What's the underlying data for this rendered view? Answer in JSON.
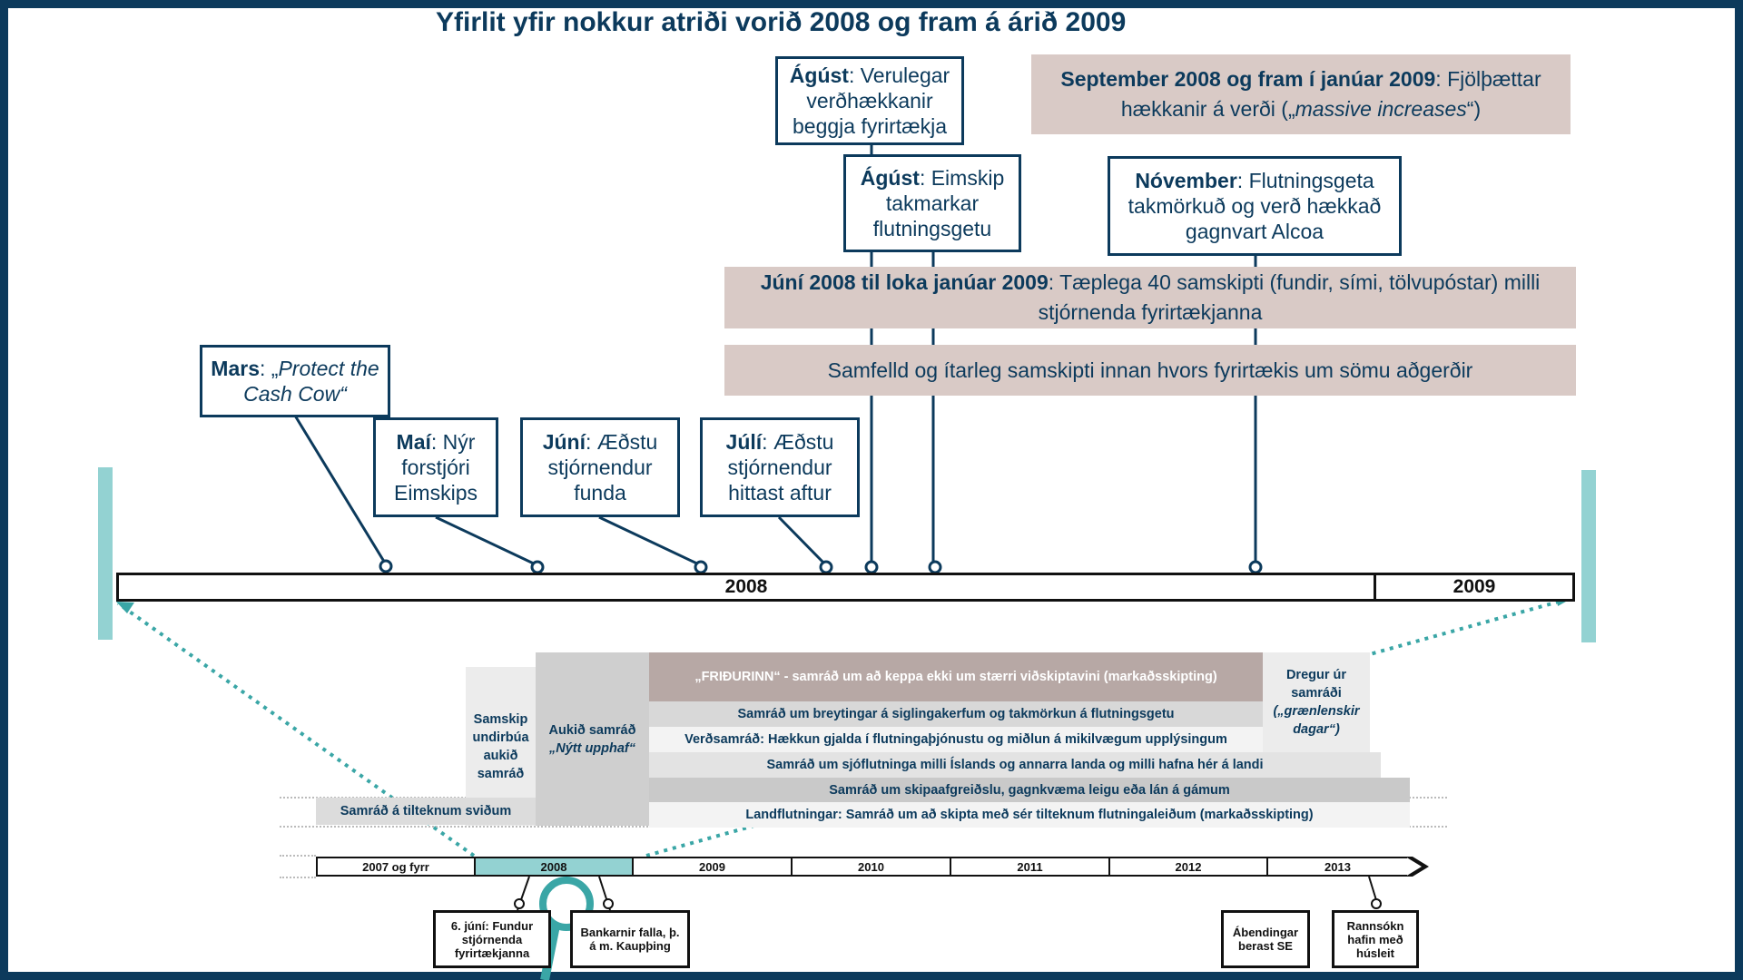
{
  "title": "Yfirlit yfir nokkur atriði vorið 2008 og fram á árið 2009",
  "events_top": [
    {
      "id": "mars",
      "bold": "Mars",
      "rest": ": „",
      "ital": "Protect the Cash Cow",
      "end": "“"
    },
    {
      "id": "mai",
      "bold": "Maí",
      "rest": ": Nýr forstjóri Eimskips"
    },
    {
      "id": "juni",
      "bold": "Júní",
      "rest": ": Æðstu stjórnendur funda"
    },
    {
      "id": "juli",
      "bold": "Júlí",
      "rest": ": Æðstu stjórnendur hittast aftur"
    },
    {
      "id": "agust1",
      "bold": "Ágúst",
      "rest": ": Verulegar verðhækkanir beggja fyrirtækja"
    },
    {
      "id": "agust2",
      "bold": "Ágúst",
      "rest": ": Eimskip takmarkar flutningsgetu"
    },
    {
      "id": "november",
      "bold": "Nóvember",
      "rest": ": Flutningsgeta takmörkuð og verð hækkað gagnvart Alcoa"
    }
  ],
  "bands": {
    "september": {
      "bold": "September 2008 og fram í janúar 2009",
      "rest": ": Fjölþættar hækkanir á verði („",
      "ital": "massive increases",
      "end": "“)"
    },
    "juni_jan": {
      "bold": "Júní 2008 til loka janúar 2009",
      "rest": ": Tæplega 40 samskipti (fundir, sími, tölvupóstar) milli stjórnenda fyrirtækjanna"
    },
    "samfelld": "Samfelld og ítarleg samskipti innan hvors fyrirtækis um sömu aðgerðir"
  },
  "main_bar": {
    "y2008": "2008",
    "y2009": "2009"
  },
  "lower": {
    "samskip_undirbua": "Samskip undirbúa aukið samráð",
    "aukid_samrad": "Aukið samráð",
    "nytt_upphaf": "„Nýtt upphaf“",
    "fridurinn": "„FRIÐURINN“ - samráð um að keppa ekki um stærri viðskiptavini (markaðsskipting)",
    "dregur_ur": "Dregur úr samráði",
    "graenlenskir": "(„grænlenskir dagar“)",
    "row1": "Samráð um breytingar á siglingakerfum og takmörkun á flutningsgetu",
    "row2": "Verðsamráð: Hækkun gjalda í flutningaþjónustu og miðlun á mikilvægum upplýsingum",
    "row3": "Samráð um sjóflutninga milli Íslands og annarra landa og milli hafna hér á landi",
    "row4": "Samráð um skipaafgreiðslu, gagnkvæma leigu eða lán á gámum",
    "row5": "Landflutningar: Samráð um að skipta með sér tilteknum flutningaleiðum (markaðsskipting)",
    "samrad_tilteknum": "Samráð á tilteknum sviðum"
  },
  "timeline_years": [
    "2007 og fyrr",
    "2008",
    "2009",
    "2010",
    "2011",
    "2012",
    "2013"
  ],
  "bottom_boxes": {
    "juni6": "6. júní: Fundur stjórnenda fyrirtækjanna",
    "bankarnir": "Bankarnir falla, þ. á m. Kaupþing",
    "abendingar": "Ábendingar berast SE",
    "rannsokn": "Rannsókn hafin með húsleit"
  },
  "colors": {
    "navy": "#0c3a5c",
    "teal": "#93d2d2",
    "band": "#d9cac6"
  }
}
